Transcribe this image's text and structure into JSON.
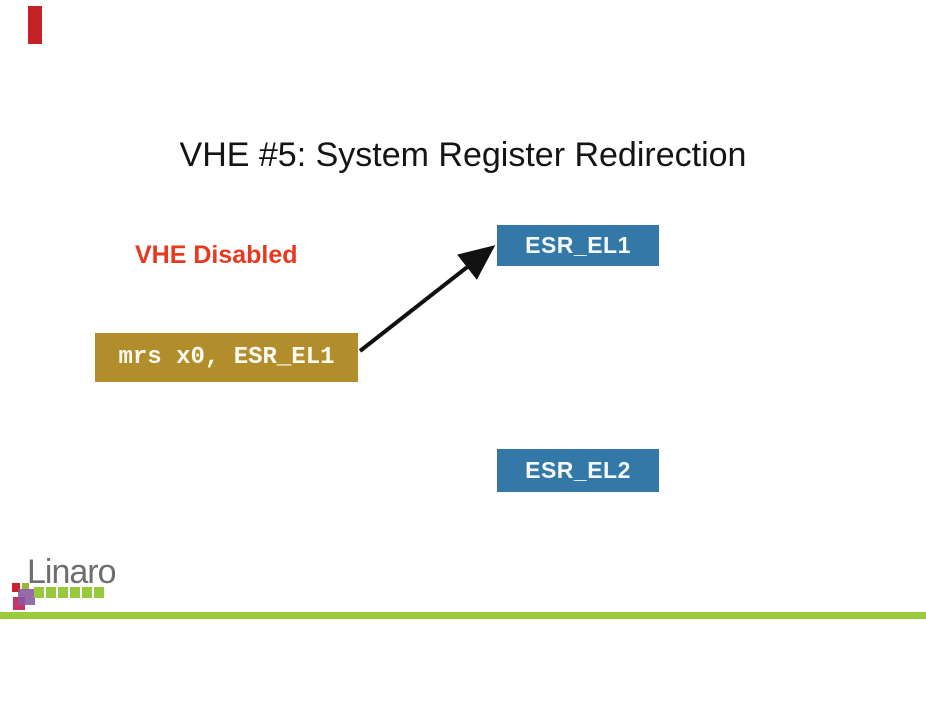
{
  "slide": {
    "title": "VHE #5: System Register Redirection",
    "state_label": "VHE Disabled",
    "instruction_box": {
      "code": "mrs x0, ESR_EL1"
    },
    "register_boxes": [
      {
        "name": "ESR_EL1"
      },
      {
        "name": "ESR_EL2"
      }
    ],
    "footer": {
      "logo_text": "Linaro"
    },
    "colors": {
      "register_box_blue": "#3478a8",
      "instruction_gold": "#b18e2b",
      "state_label_red": "#e6391f",
      "accent_line_green": "#9bca3c",
      "top_marker_red": "#c42127",
      "logo_gray": "#6d6e71",
      "logo_green": "#97c93d",
      "logo_purple": "#87589e",
      "logo_magenta": "#c63366",
      "arrow_black": "#111111"
    }
  }
}
